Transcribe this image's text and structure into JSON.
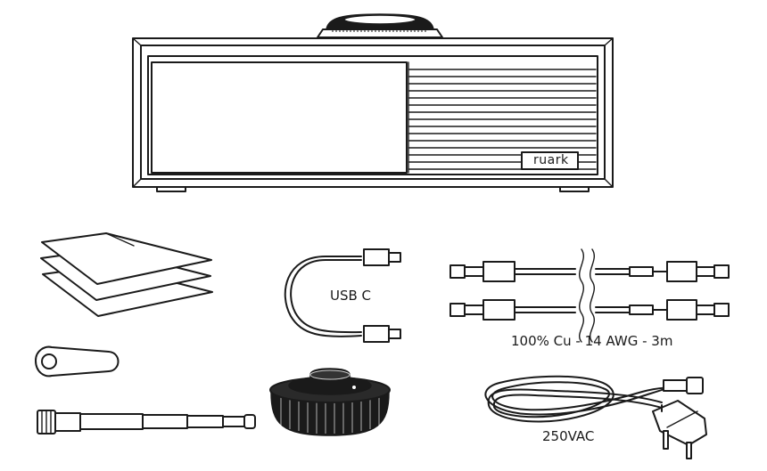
{
  "device": {
    "brand_label": "ruark"
  },
  "labels": {
    "usb": "USB C",
    "speaker_cable": "100% Cu - 14 AWG - 3m",
    "power_cable": "250VAC"
  },
  "colors": {
    "line": "#1a1a1a",
    "background": "#ffffff"
  }
}
